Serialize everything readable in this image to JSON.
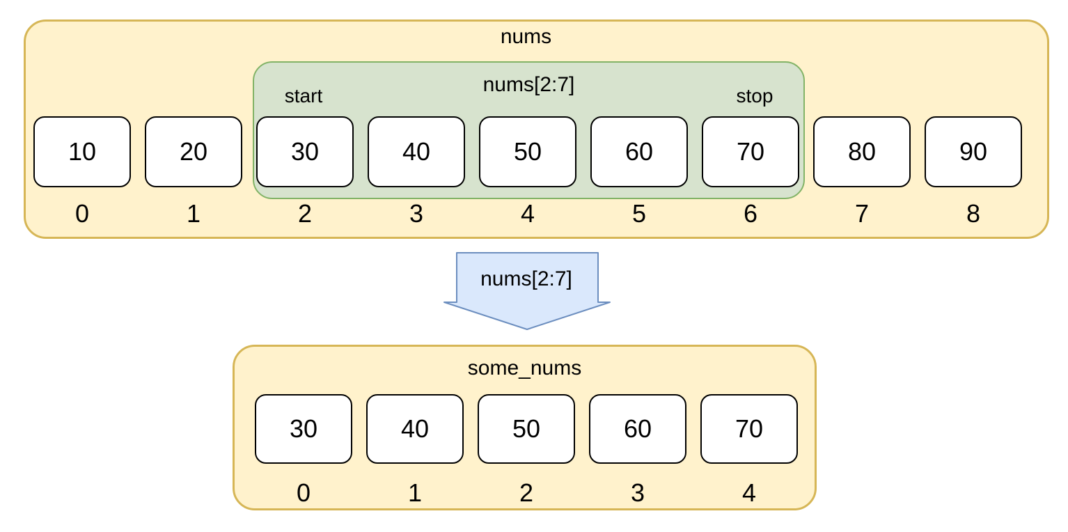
{
  "colors": {
    "array_fill": "#FFF2CC",
    "array_border": "#D6B656",
    "slice_fill": "#D7E3CE",
    "slice_border": "#82B366",
    "cell_fill": "#FFFFFF",
    "cell_border": "#000000",
    "arrow_fill": "#DAE8FC",
    "arrow_border": "#6C8EBF",
    "text": "#000000"
  },
  "nums_array": {
    "title": "nums",
    "slice": {
      "label": "nums[2:7]",
      "start_label": "start",
      "stop_label": "stop"
    },
    "cells": [
      {
        "value": "10",
        "index": "0"
      },
      {
        "value": "20",
        "index": "1"
      },
      {
        "value": "30",
        "index": "2"
      },
      {
        "value": "40",
        "index": "3"
      },
      {
        "value": "50",
        "index": "4"
      },
      {
        "value": "60",
        "index": "5"
      },
      {
        "value": "70",
        "index": "6"
      },
      {
        "value": "80",
        "index": "7"
      },
      {
        "value": "90",
        "index": "8"
      }
    ]
  },
  "arrow": {
    "label": "nums[2:7]"
  },
  "some_nums_array": {
    "title": "some_nums",
    "cells": [
      {
        "value": "30",
        "index": "0"
      },
      {
        "value": "40",
        "index": "1"
      },
      {
        "value": "50",
        "index": "2"
      },
      {
        "value": "60",
        "index": "3"
      },
      {
        "value": "70",
        "index": "4"
      }
    ]
  }
}
